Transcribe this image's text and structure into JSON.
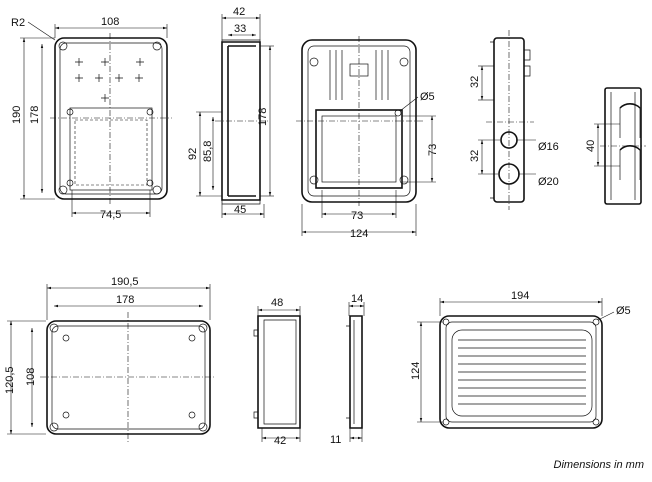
{
  "note": "Dimensions in mm",
  "views": {
    "front_open": {
      "w": "108",
      "radius": "R2",
      "h_outer": "190",
      "h_inner": "178",
      "w_bottom": "74,5"
    },
    "side_section": {
      "w_top": "42",
      "w_inner": "33",
      "h": "178",
      "h2": "92",
      "h3": "85,8",
      "w_bottom": "45"
    },
    "front_with_frame": {
      "hole": "Ø5",
      "h": "73",
      "w_inner": "73",
      "w": "124"
    },
    "side_knockouts": {
      "d1": "32",
      "d2": "32",
      "k1": "Ø16",
      "k2": "Ø20"
    },
    "end_view": {
      "h": "40"
    },
    "top_view": {
      "w_outer": "190,5",
      "w_inner": "178",
      "h_outer": "120,5",
      "h_inner": "108"
    },
    "side2": {
      "w_top": "48",
      "w_bottom": "42"
    },
    "lid_side": {
      "w_top": "14",
      "w_bottom": "11"
    },
    "lid_top": {
      "w": "194",
      "h": "124",
      "hole": "Ø5"
    }
  }
}
